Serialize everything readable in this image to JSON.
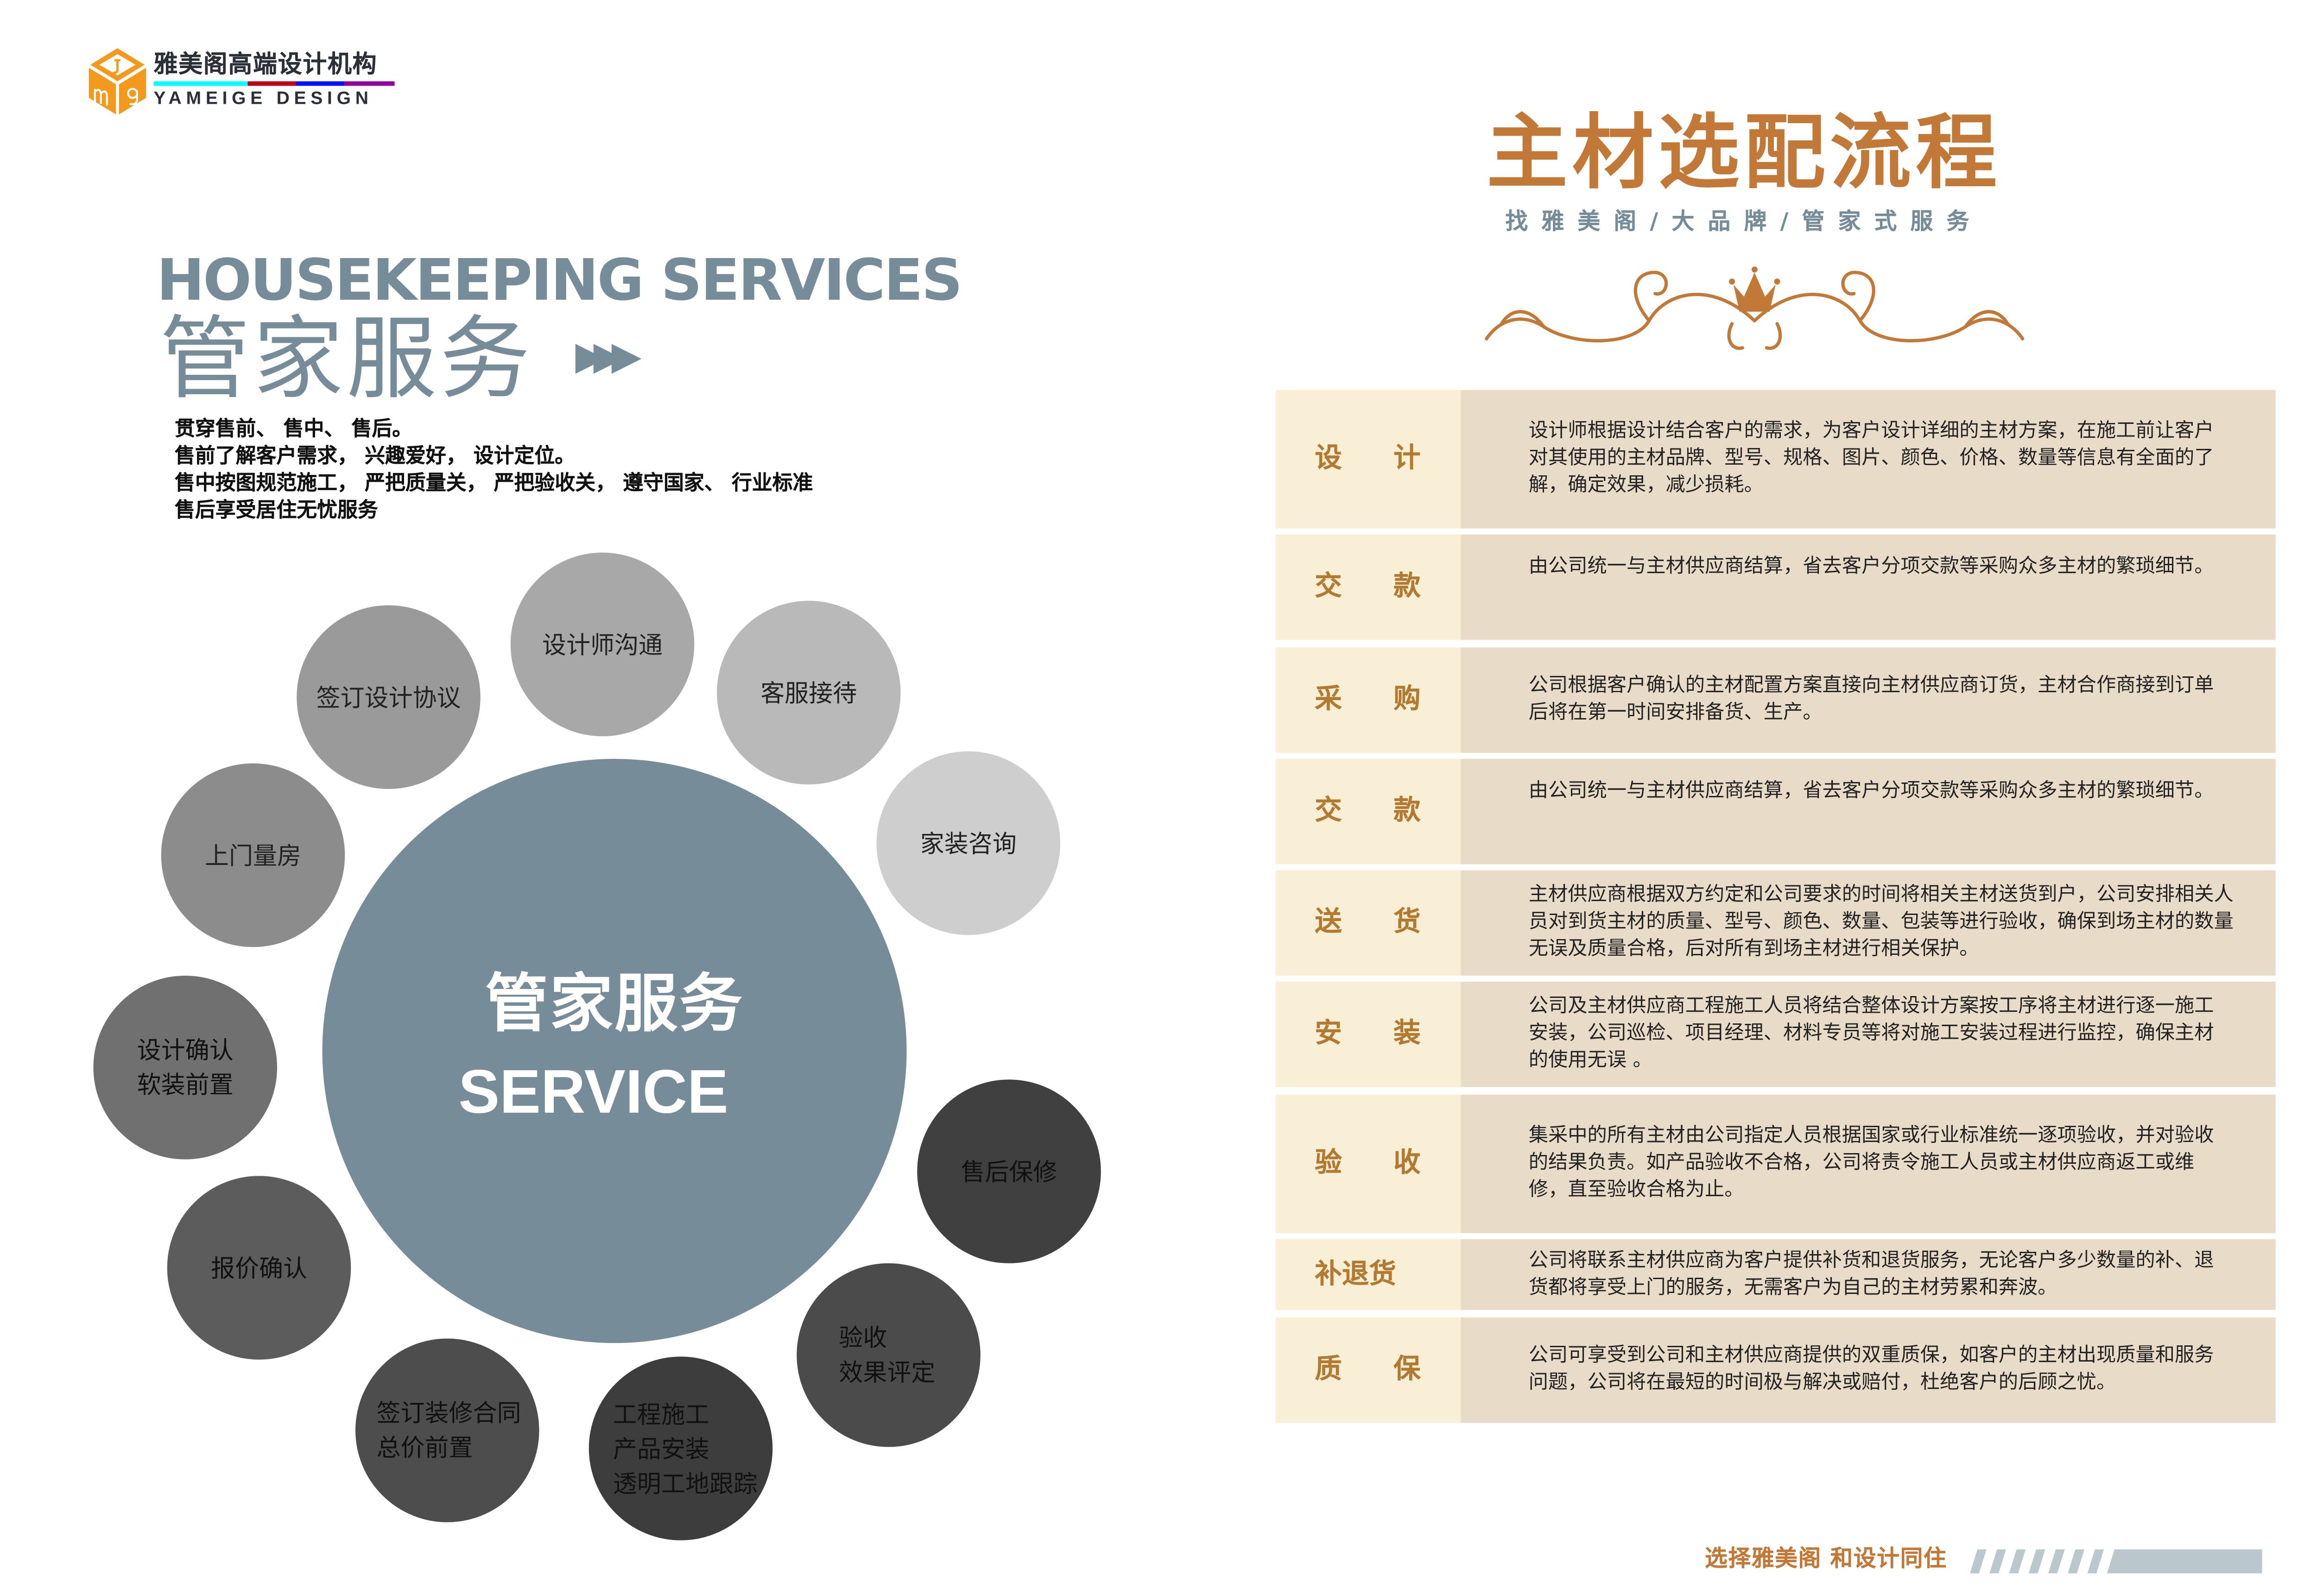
{
  "logo": {
    "cn": "雅美阁高端设计机构",
    "en": "YAMEIGE DESIGN",
    "icon": "cube-ymg-logo",
    "colors": [
      "#f39a1e"
    ]
  },
  "left": {
    "heading_en": "HOUSEKEEPING SERVICES",
    "heading_cn": "管家服务",
    "arrows": "▶▶▶",
    "intro": [
      "贯穿售前、 售中、 售后。",
      "售前了解客户需求， 兴趣爱好， 设计定位。",
      "售中按图规范施工， 严把质量关， 严把验收关， 遵守国家、 行业标准",
      "售后享受居住无忧服务"
    ],
    "center": {
      "cn": "管家服务",
      "en": "SERVICE",
      "color": "#768c99"
    },
    "steps": [
      {
        "label": "设计师沟通",
        "color": "#a8a8a8"
      },
      {
        "label": "客服接待",
        "color": "#b9b9b9"
      },
      {
        "label": "家装咨询",
        "color": "#cecece"
      },
      {
        "label": "签订设计协议",
        "color": "#9a9a9a"
      },
      {
        "label": "上门量房",
        "color": "#8c8c8c"
      },
      {
        "label": "设计确认\n软装前置",
        "color": "#707070"
      },
      {
        "label": "报价确认",
        "color": "#5c5c5c"
      },
      {
        "label": "签订装修合同\n总价前置",
        "color": "#4d4d4d"
      },
      {
        "label": "工程施工\n产品安装\n透明工地跟踪",
        "color": "#3d3d3d"
      },
      {
        "label": "验收\n效果评定",
        "color": "#4b4b4b"
      },
      {
        "label": "售后保修",
        "color": "#404040"
      }
    ]
  },
  "right": {
    "title": "主材选配流程",
    "subtitle": "找雅美阁/大品牌/管家式服务",
    "ornament": "crown-flourish-ornament",
    "rows": [
      {
        "label": "设 计",
        "text": "设计师根据设计结合客户的需求，为客户设计详细的主材方案，在施工前让客户对其使用的主材品牌、型号、规格、图片、颜色、价格、数量等信息有全面的了解，确定效果，减少损耗。"
      },
      {
        "label": "交 款",
        "text": "由公司统一与主材供应商结算，省去客户分项交款等采购众多主材的繁琐细节。"
      },
      {
        "label": "采 购",
        "text": "公司根据客户确认的主材配置方案直接向主材供应商订货，主材合作商接到订单后将在第一时间安排备货、生产。"
      },
      {
        "label": "交 款",
        "text": "由公司统一与主材供应商结算，省去客户分项交款等采购众多主材的繁琐细节。"
      },
      {
        "label": "送 货",
        "text": "主材供应商根据双方约定和公司要求的时间将相关主材送货到户，公司安排相关人员对到货主材的质量、型号、颜色、数量、包装等进行验收，确保到场主材的数量无误及质量合格，后对所有到场主材进行相关保护。"
      },
      {
        "label": "安 装",
        "text": "公司及主材供应商工程施工人员将结合整体设计方案按工序将主材进行逐一施工安装，公司巡检、项目经理、材料专员等将对施工安装过程进行监控，确保主材的使用无误 。"
      },
      {
        "label": "验 收",
        "text": "集采中的所有主材由公司指定人员根据国家或行业标准统一逐项验收，并对验收的结果负责。如产品验收不合格，公司将责令施工人员或主材供应商返工或维修，直至验收合格为止。"
      },
      {
        "label": "补退货",
        "text": "公司将联系主材供应商为客户提供补货和退货服务，无论客户多少数量的补、退货都将享受上门的服务，无需客户为自己的主材劳累和奔波。"
      },
      {
        "label": "质 保",
        "text": "公司可享受到公司和主材供应商提供的双重质保，如客户的主材出现质量和服务问题，公司将在最短的时间极与解决或赔付，杜绝客户的后顾之忧。"
      }
    ],
    "footer": "选择雅美阁  和设计同住",
    "accent": "#c27836"
  }
}
